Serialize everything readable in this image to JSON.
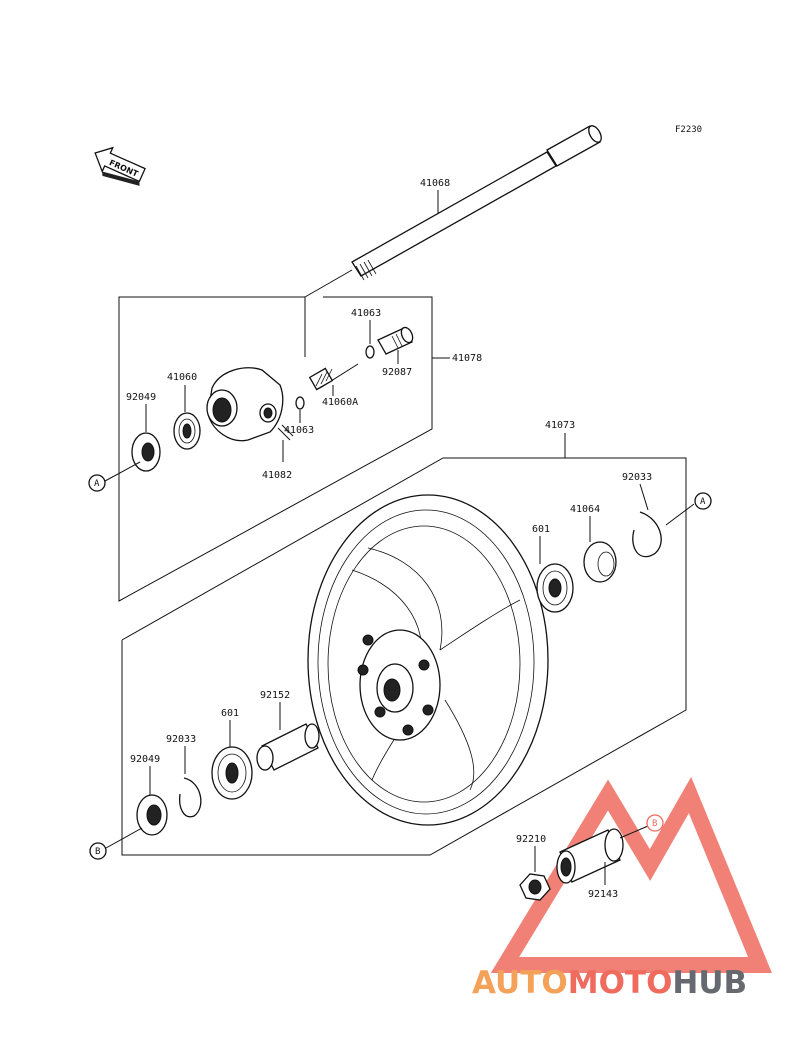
{
  "diagram_code": "F2230",
  "front_label": "FRONT",
  "callouts": {
    "a_left": "A",
    "a_right": "A",
    "b_left": "B",
    "b_right": "B"
  },
  "parts": {
    "axle": "41068",
    "speedo_gearbox_assy": "41078",
    "washer_top": "41063",
    "bushing": "92087",
    "pinion_gear": "41060A",
    "washer_lower": "41063",
    "drive_gear": "41060",
    "pin": "41082",
    "seal_left_top": "92049",
    "wheel_assy": "41073",
    "circlip_right": "92033",
    "retainer": "41064",
    "bearing_right": "601",
    "spacer": "92152",
    "bearing_left": "601",
    "circlip_left": "92033",
    "seal_left_bottom": "92049",
    "nut": "92210",
    "collar": "92143"
  },
  "watermark": {
    "part1": "AUTO",
    "part2": "MOTO",
    "part3": "HUB",
    "color_orange": "#f4a259",
    "color_red": "#ee6b5e",
    "color_gray": "#666a70"
  }
}
